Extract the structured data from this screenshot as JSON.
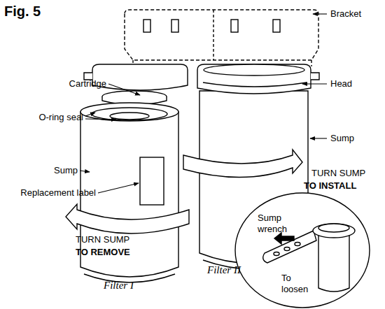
{
  "diagram": {
    "title": "Fig. 5",
    "labels": [
      "Bracket",
      "Head",
      "Cartridge",
      "O-ring seal",
      "Sump",
      "Sump",
      "Replacement label",
      "TURN SUMP",
      "TO INSTALL",
      "TURN SUMP",
      "TO REMOVE",
      "Filter I",
      "Filter II",
      "Sump wrench",
      "To loosen"
    ]
  }
}
